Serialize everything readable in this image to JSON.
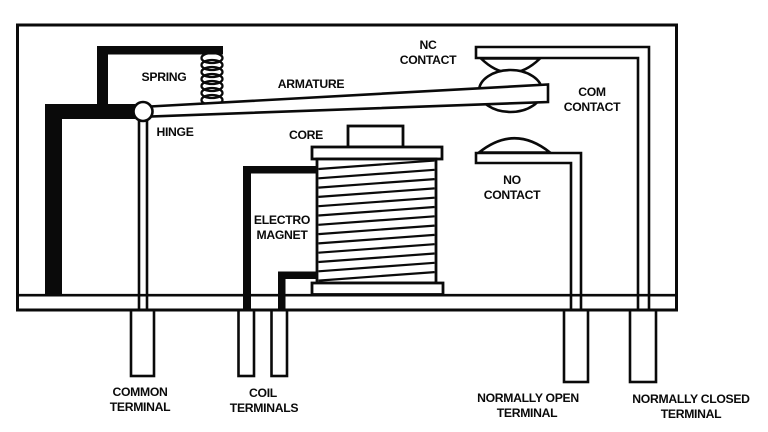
{
  "diagram": {
    "type": "relay-internal-structure-diagram",
    "colors": {
      "background": "#ffffff",
      "line": "#0a0a0a"
    },
    "labels": {
      "spring": "SPRING",
      "armature": "ARMATURE",
      "hinge": "HINGE",
      "core": "CORE",
      "nc_contact": [
        "NC",
        "CONTACT"
      ],
      "com_contact": [
        "COM",
        "CONTACT"
      ],
      "no_contact": [
        "NO",
        "CONTACT"
      ],
      "electromagnet": [
        "ELECTRO",
        "MAGNET"
      ],
      "common_terminal": [
        "COMMON",
        "TERMINAL"
      ],
      "coil_terminals": [
        "COIL",
        "TERMINALS"
      ],
      "normally_open_terminal": [
        "NORMALLY OPEN",
        "TERMINAL"
      ],
      "normally_closed_terminal": [
        "NORMALLY CLOSED",
        "TERMINAL"
      ]
    }
  }
}
